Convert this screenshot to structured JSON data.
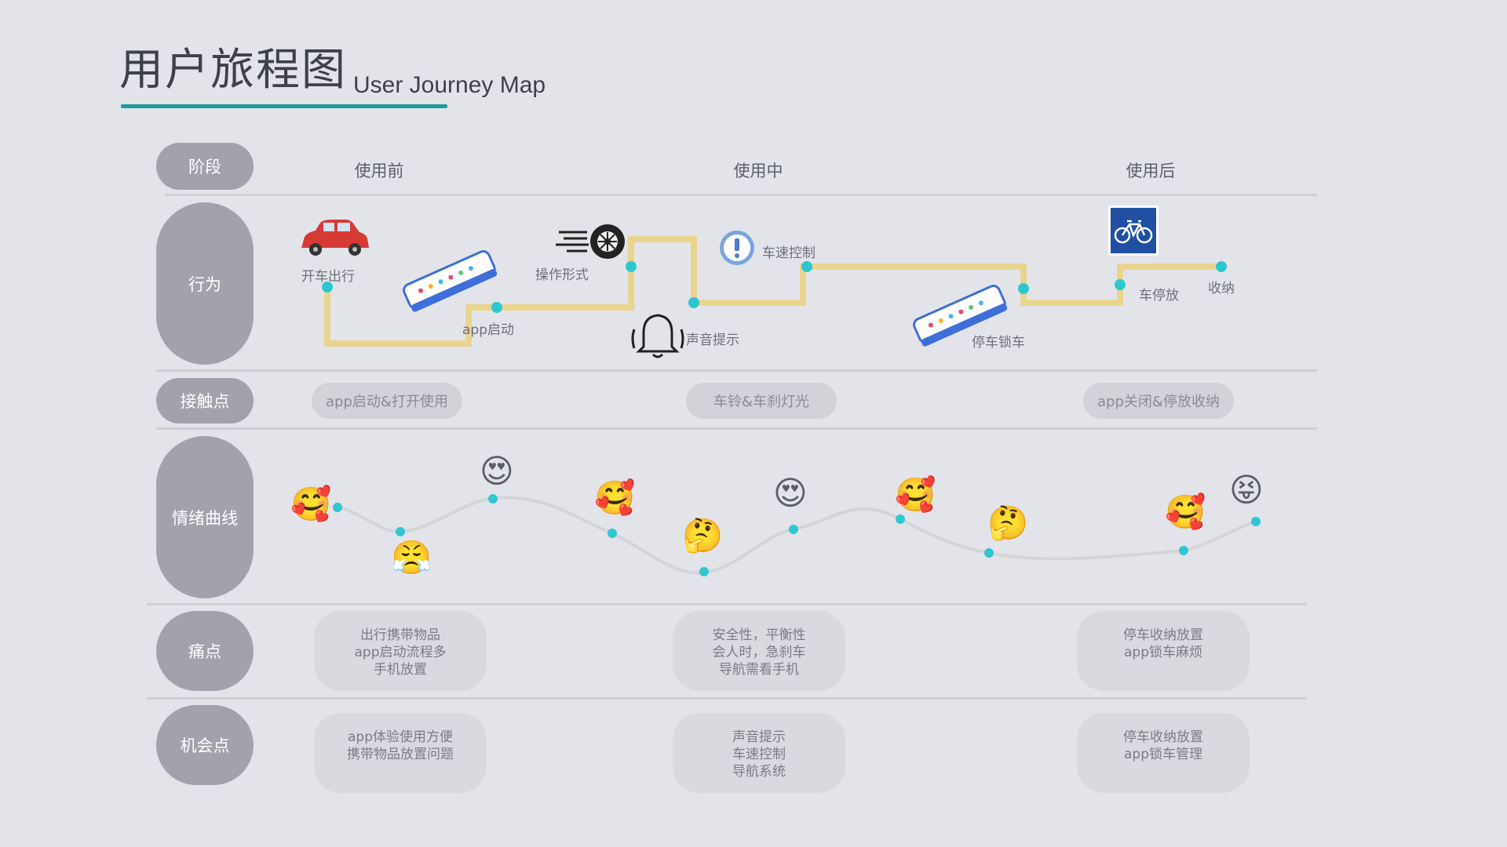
{
  "header": {
    "title_cn": "用户旅程图",
    "title_en": "User Journey Map",
    "accent_color": "#1e9a98"
  },
  "rows": {
    "stage": "阶段",
    "behavior": "行为",
    "touchpoint": "接触点",
    "emotion": "情绪曲线",
    "pain": "痛点",
    "opportunity": "机会点"
  },
  "stages": [
    "使用前",
    "使用中",
    "使用后"
  ],
  "behaviors": {
    "drive_out": "开车出行",
    "app_launch": "app启动",
    "operation": "操作形式",
    "sound_prompt": "声音提示",
    "speed_control": "车速控制",
    "park_lock": "停车锁车",
    "park": "车停放",
    "storage": "收纳"
  },
  "touchpoints": [
    "app启动&打开使用",
    "车铃&车刹灯光",
    "app关闭&停放收纳"
  ],
  "pain_points": [
    [
      "出行携带物品",
      "app启动流程多",
      "手机放置"
    ],
    [
      "安全性，平衡性",
      "会人时，急刹车",
      "导航需看手机"
    ],
    [
      "停车收纳放置",
      "app锁车麻烦"
    ]
  ],
  "opportunities": [
    [
      "app体验使用方便",
      "携带物品放置问题"
    ],
    [
      "声音提示",
      "车速控制",
      "导航系统"
    ],
    [
      "停车收纳放置",
      "app锁车管理"
    ]
  ],
  "emotions": [
    "smiling-hearts",
    "frustrated",
    "heart-eyes",
    "smiling-hearts",
    "thinking",
    "heart-eyes",
    "smiling-hearts",
    "thinking",
    "smiling-hearts",
    "tongue-wink"
  ],
  "colors": {
    "path": "#ead58e",
    "node": "#2ec7cf",
    "pill": "#a1a2ab",
    "card": "#d9dadf"
  }
}
